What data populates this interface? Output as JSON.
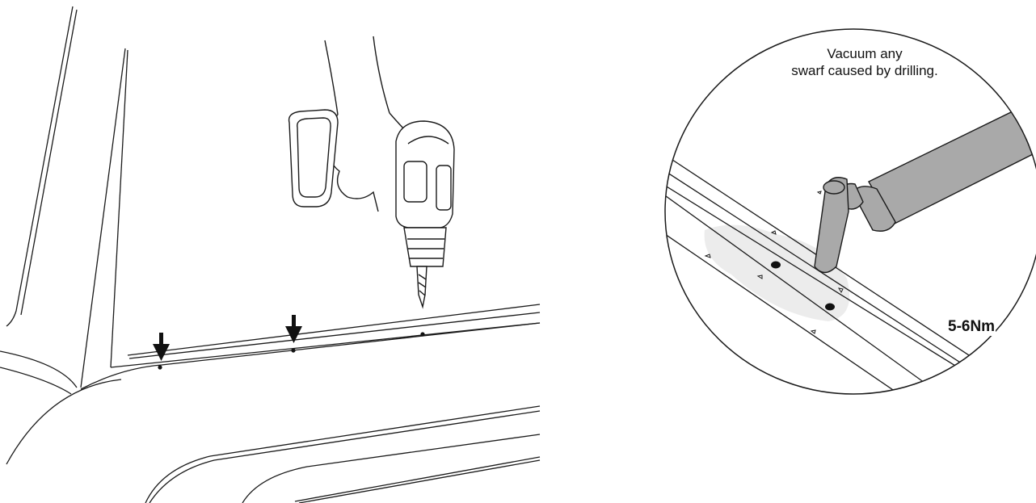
{
  "detail": {
    "caption_line1": "Vacuum any",
    "caption_line2": "swarf caused by drilling.",
    "torque": "5-6Nm"
  },
  "colors": {
    "line": "#1a1a1a",
    "fill_grey": "#a9a9a9",
    "swarf_patch": "#ececec"
  },
  "icons": [
    "drill-icon",
    "hand-icon",
    "down-arrow-icon",
    "vacuum-nozzle-icon"
  ]
}
